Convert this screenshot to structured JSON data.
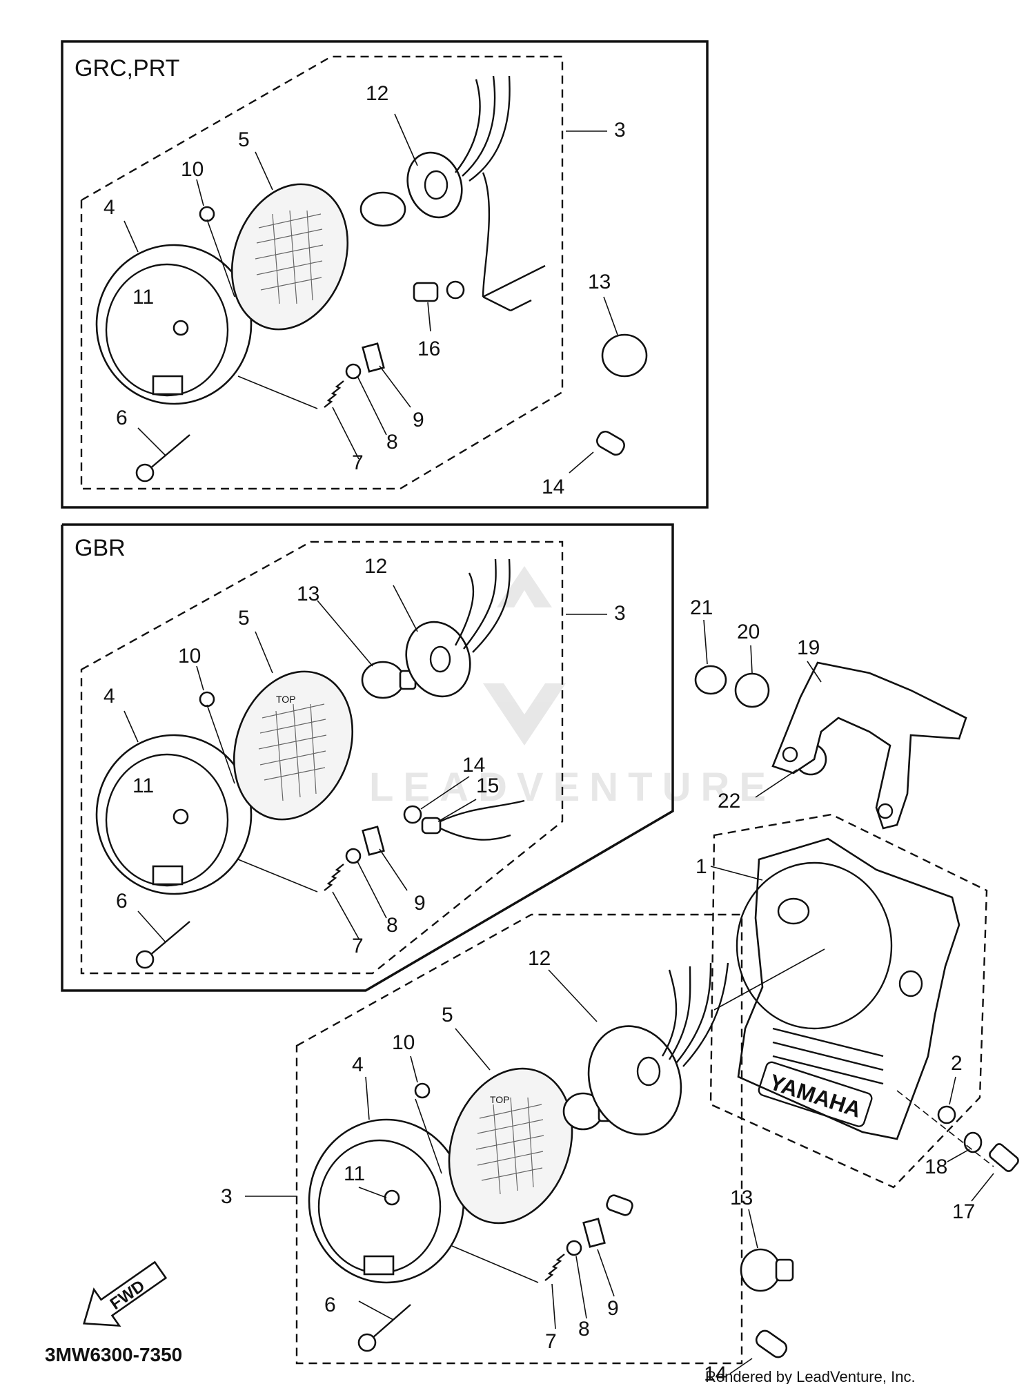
{
  "sections": [
    {
      "name": "top",
      "label": "GRC,PRT"
    },
    {
      "name": "middle",
      "label": "GBR"
    }
  ],
  "callouts": {
    "top": [
      "12",
      "3",
      "5",
      "10",
      "4",
      "11",
      "13",
      "16",
      "9",
      "6",
      "8",
      "7",
      "14"
    ],
    "middle": [
      "12",
      "13",
      "3",
      "5",
      "10",
      "4",
      "11",
      "14",
      "15",
      "9",
      "6",
      "8",
      "7"
    ],
    "bottom": [
      "21",
      "20",
      "19",
      "22",
      "1",
      "12",
      "5",
      "10",
      "4",
      "2",
      "3",
      "11",
      "18",
      "17",
      "13",
      "9",
      "8",
      "6",
      "7",
      "14"
    ]
  },
  "fwd_label": "FWD",
  "diagram_code": "3MW6300-7350",
  "credit": "Rendered by LeadVenture, Inc.",
  "watermark": "LEADVENTURE",
  "cowl_brand": "YAMAHA",
  "lens_mark": "TOP"
}
